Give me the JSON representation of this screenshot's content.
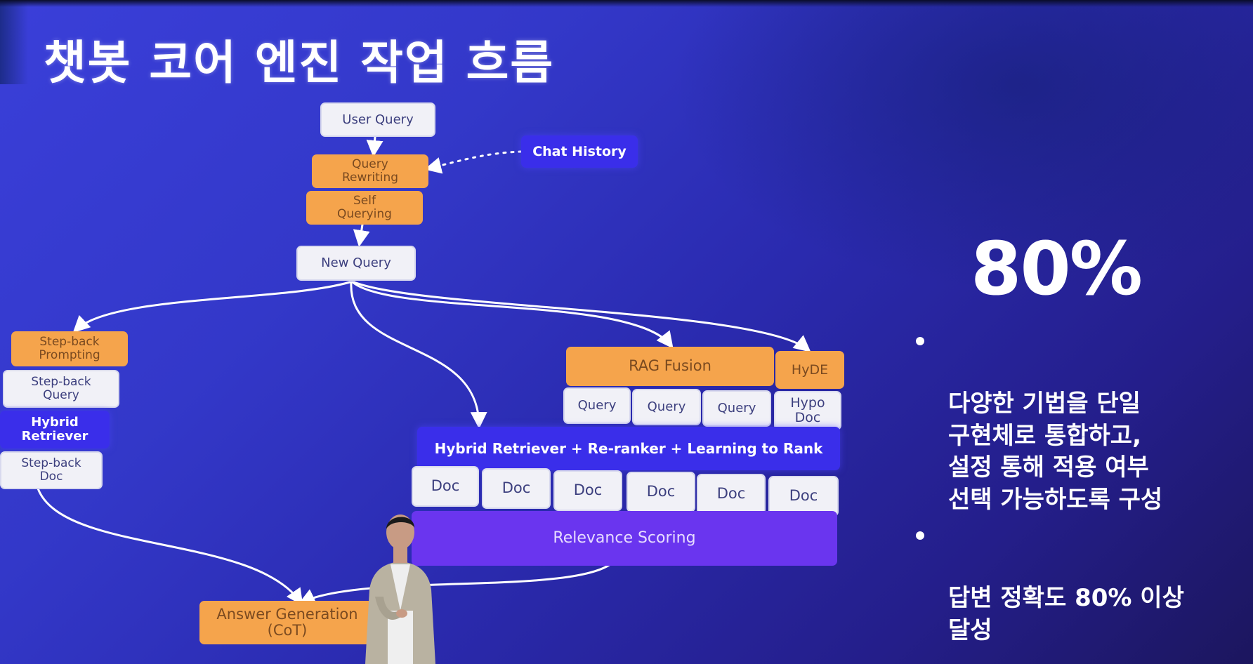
{
  "slide": {
    "title": "챗봇 코어 엔진 작업 흐름"
  },
  "diagram": {
    "nodes": {
      "user_query": "User Query",
      "chat_history": "Chat History",
      "query_rewriting": "Query\nRewriting",
      "self_querying": "Self\nQuerying",
      "new_query": "New Query",
      "step_back_prompting": "Step-back\nPrompting",
      "step_back_query": "Step-back\nQuery",
      "hybrid_retriever": "Hybrid\nRetriever",
      "step_back_doc": "Step-back\nDoc",
      "rag_fusion": "RAG Fusion",
      "hyde": "HyDE",
      "fusion_queries": [
        "Query",
        "Query",
        "Query"
      ],
      "hypo_doc": "Hypo\nDoc",
      "hybrid_pipeline": "Hybrid Retriever + Re-ranker + Learning to Rank",
      "docs": [
        "Doc",
        "Doc",
        "Doc",
        "Doc",
        "Doc",
        "Doc"
      ],
      "relevance_scoring": "Relevance Scoring",
      "answer_generation": "Answer Generation\n(CoT)"
    }
  },
  "stat": {
    "value": "80%",
    "bullets": [
      "다양한 기법을 단일\n구현체로 통합하고,\n설정 통해 적용 여부\n선택 가능하도록 구성",
      "답변 정확도 80% 이상\n달성"
    ]
  },
  "colors": {
    "background": "#3338c9",
    "orange": "#f5a44c",
    "white_box": "#f1f1f7",
    "blue_box": "#3a2eea",
    "purple_box": "#6a35ef"
  }
}
